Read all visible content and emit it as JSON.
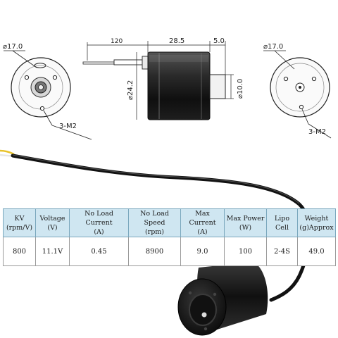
{
  "drawing": {
    "front_view": {
      "diameter_label": "⌀17.0",
      "screw_label": "3-M2"
    },
    "side_view": {
      "lead_length_label": "120",
      "body_length_label": "28.5",
      "shaft_length_label": "5.0",
      "body_diameter_label": "⌀24.2",
      "shaft_diameter_label": "⌀10.0"
    },
    "rear_view": {
      "diameter_label": "⌀17.0",
      "screw_label": "3-M2"
    }
  },
  "spec_table": {
    "headers": [
      [
        "KV",
        "(rpm/V)"
      ],
      [
        "Voltage",
        "(V)"
      ],
      [
        "No Load Current",
        "(A)"
      ],
      [
        "No Load Speed",
        "(rpm)"
      ],
      [
        "Max Current",
        "(A)"
      ],
      [
        "Max Power",
        "(W)"
      ],
      [
        "Lipo",
        "Cell"
      ],
      [
        "Weight",
        "(g)Approx"
      ]
    ],
    "values": [
      "800",
      "11.1V",
      "0.45",
      "8900",
      "9.0",
      "100",
      "2-4S",
      "49.0"
    ]
  },
  "colors": {
    "header_bg": "#cfe6f1",
    "motor_body": "#141414",
    "lead_yellow": "#e8c22a"
  }
}
